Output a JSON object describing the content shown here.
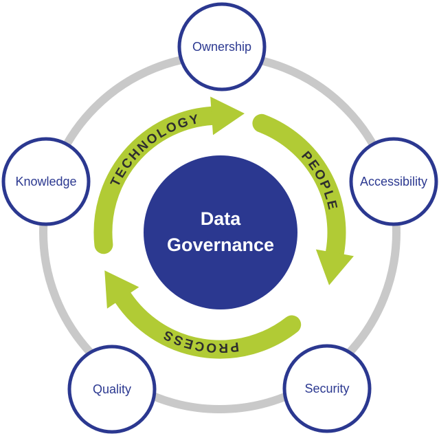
{
  "diagram": {
    "title": "Data Governance cycle diagram",
    "center": {
      "lines": [
        "Data",
        "Governance"
      ]
    },
    "nodes": [
      {
        "id": "ownership",
        "label": "Ownership"
      },
      {
        "id": "accessibility",
        "label": "Accessibility"
      },
      {
        "id": "security",
        "label": "Security"
      },
      {
        "id": "quality",
        "label": "Quality"
      },
      {
        "id": "knowledge",
        "label": "Knowledge"
      }
    ],
    "arrows": [
      {
        "id": "technology",
        "label": "TECHNOLOGY"
      },
      {
        "id": "people",
        "label": "PEOPLE"
      },
      {
        "id": "process",
        "label": "PROCESS"
      }
    ],
    "colors": {
      "navy": "#2b3890",
      "green": "#b1cb35",
      "ring_gray": "#c9c9c9",
      "arrow_label": "#2e2e2e",
      "node_fill": "#ffffff",
      "center_text": "#ffffff"
    }
  }
}
